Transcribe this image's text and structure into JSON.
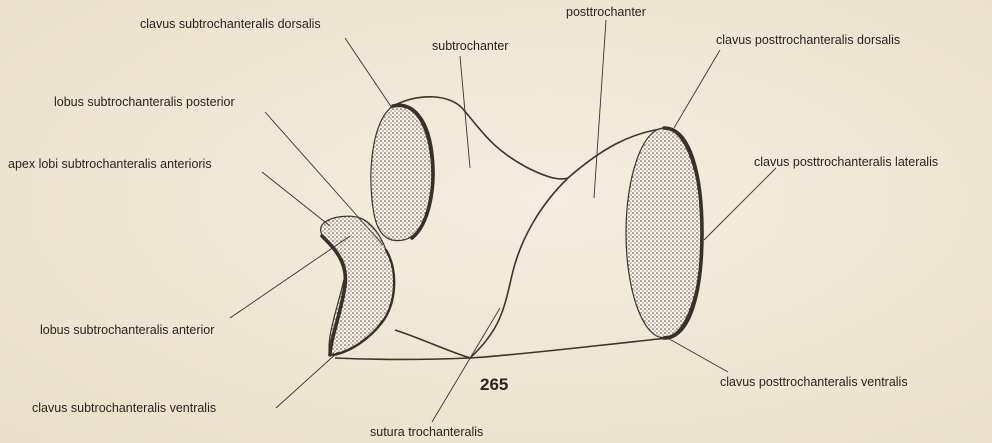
{
  "figure_number": "265",
  "labels": {
    "clavus_subtrochanteralis_dorsalis": "clavus subtrochanteralis dorsalis",
    "subtrochanter": "subtrochanter",
    "posttrochanter": "posttrochanter",
    "clavus_posttrochanteralis_dorsalis": "clavus posttrochanteralis dorsalis",
    "lobus_subtrochanteralis_posterior": "lobus subtrochanteralis posterior",
    "apex_lobi_subtrochanteralis_anterioris": "apex lobi subtrochanteralis anterioris",
    "clavus_posttrochanteralis_lateralis": "clavus posttrochanteralis lateralis",
    "lobus_subtrochanteralis_anterior": "lobus subtrochanteralis anterior",
    "clavus_posttrochanteralis_ventralis": "clavus posttrochanteralis ventralis",
    "clavus_subtrochanteralis_ventralis": "clavus subtrochanteralis ventralis",
    "sutura_trochanteralis": "sutura trochanteralis"
  }
}
